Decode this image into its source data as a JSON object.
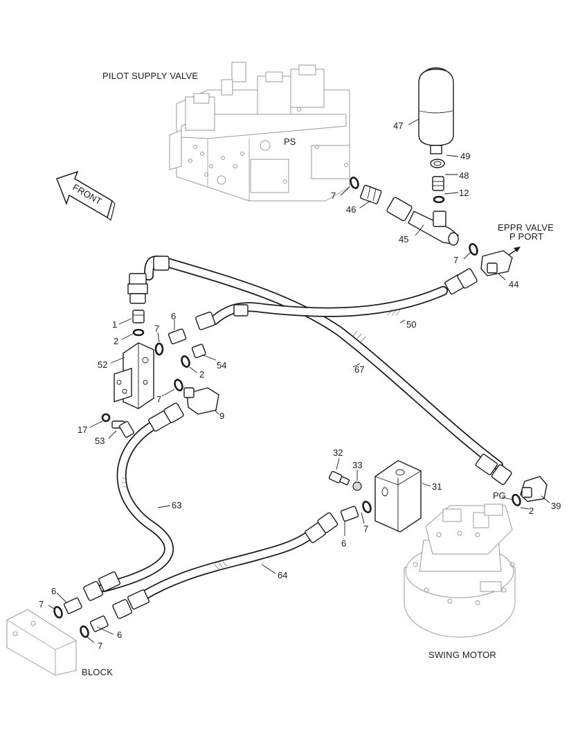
{
  "titles": {
    "pilot_supply_valve": "PILOT SUPPLY VALVE",
    "eppr_valve_line1": "EPPR VALVE",
    "eppr_valve_line2": "P PORT",
    "swing_motor": "SWING MOTOR",
    "block": "BLOCK",
    "front": "FRONT"
  },
  "port_labels": {
    "ps": "PS",
    "pg": "PG"
  },
  "callouts": [
    {
      "id": "c47",
      "text": "47"
    },
    {
      "id": "c49",
      "text": "49"
    },
    {
      "id": "c48",
      "text": "48"
    },
    {
      "id": "c12",
      "text": "12"
    },
    {
      "id": "c7a",
      "text": "7"
    },
    {
      "id": "c46",
      "text": "46"
    },
    {
      "id": "c45",
      "text": "45"
    },
    {
      "id": "c7b",
      "text": "7"
    },
    {
      "id": "c44",
      "text": "44"
    },
    {
      "id": "c50",
      "text": "50"
    },
    {
      "id": "c1",
      "text": "1"
    },
    {
      "id": "c2a",
      "text": "2"
    },
    {
      "id": "c7c",
      "text": "7"
    },
    {
      "id": "c6a",
      "text": "6"
    },
    {
      "id": "c52",
      "text": "52"
    },
    {
      "id": "c54",
      "text": "54"
    },
    {
      "id": "c2b",
      "text": "2"
    },
    {
      "id": "c7d",
      "text": "7"
    },
    {
      "id": "c9",
      "text": "9"
    },
    {
      "id": "c67",
      "text": "67"
    },
    {
      "id": "c17",
      "text": "17"
    },
    {
      "id": "c53",
      "text": "53"
    },
    {
      "id": "c32",
      "text": "32"
    },
    {
      "id": "c33",
      "text": "33"
    },
    {
      "id": "c31",
      "text": "31"
    },
    {
      "id": "c2c",
      "text": "2"
    },
    {
      "id": "c39",
      "text": "39"
    },
    {
      "id": "c63",
      "text": "63"
    },
    {
      "id": "c7e",
      "text": "7"
    },
    {
      "id": "c6b",
      "text": "6"
    },
    {
      "id": "c64",
      "text": "64"
    },
    {
      "id": "c6c",
      "text": "6"
    },
    {
      "id": "c7f",
      "text": "7"
    },
    {
      "id": "c6d",
      "text": "6"
    },
    {
      "id": "c7g",
      "text": "7"
    }
  ]
}
